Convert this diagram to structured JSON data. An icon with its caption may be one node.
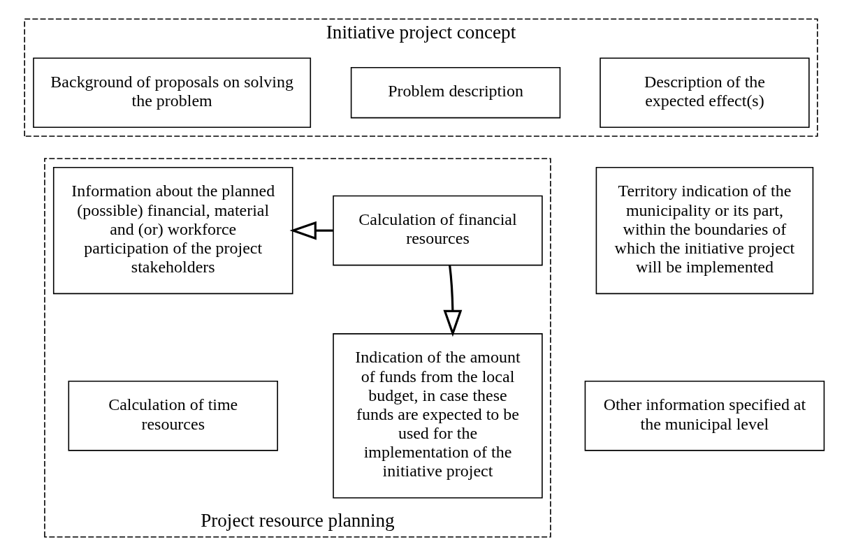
{
  "diagram": {
    "nodes": [
      {
        "text": [
          "Initiative project concept"
        ]
      },
      {
        "text": [
          "Problem description"
        ],
        "in": 0
      },
      {
        "text": [
          "Background of proposals on solving the problem"
        ],
        "in": 0
      },
      {
        "text": [
          "Description of the expected effect(s)"
        ],
        "in": 0
      },
      {
        "text": [
          "Project resource planning"
        ]
      },
      {
        "text": [
          "Calculation of financial resources"
        ],
        "in": 4
      },
      {
        "text": [
          "Information about the planned (possible) financial, material and (or) workforce participation of the project stakeholders"
        ],
        "in": 4
      },
      {
        "text": [
          "Indication of the amount of funds from the local budget, in case these funds are expected to be used for the implementation of the initiative project"
        ],
        "in": 4
      },
      {
        "text": [
          "Calculation of time resources"
        ],
        "in": 4
      },
      {
        "text": [
          "Territory indication of the municipality or its part, within the boundaries of which the initiative project will be implemented"
        ]
      },
      {
        "text": [
          "Other information specified at the municipal level"
        ]
      }
    ],
    "edges": [
      {
        "from": 5,
        "to": 6,
        "arrow": "to"
      },
      {
        "from": 5,
        "to": 7,
        "arrow": "to"
      }
    ]
  }
}
